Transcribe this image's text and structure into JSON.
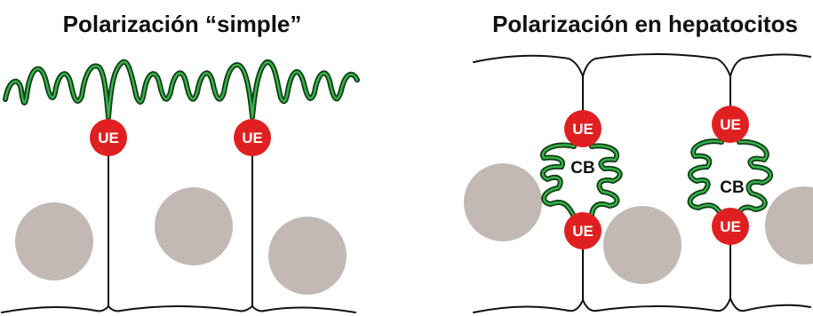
{
  "panels": [
    {
      "title": "Polarización “simple”",
      "junction_labels": [
        "UE",
        "UE"
      ]
    },
    {
      "title": "Polarización en hepatocitos",
      "junction_labels": [
        "UE",
        "UE",
        "UE",
        "UE"
      ],
      "canaliculus_labels": [
        "CB",
        "CB"
      ]
    }
  ],
  "colors": {
    "junction_fill": "#e02020",
    "microvilli_dark": "#0f3d16",
    "microvilli_light": "#37b34a",
    "nucleus": "#c2b9b5",
    "membrane": "#111111"
  }
}
